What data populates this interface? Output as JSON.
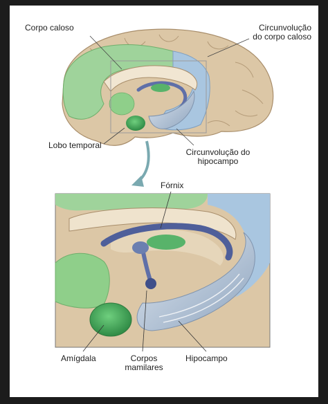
{
  "top_labels": {
    "corpo_caloso": "Corpo caloso",
    "circunvolucao_corpo_caloso_line1": "Circunvolução",
    "circunvolucao_corpo_caloso_line2": "do corpo caloso",
    "lobo_temporal": "Lobo temporal",
    "circunvolucao_hipocampo_line1": "Circunvolução do",
    "circunvolucao_hipocampo_line2": "hipocampo"
  },
  "bottom_labels": {
    "fornix": "Fórnix",
    "amigdala": "Amígdala",
    "corpos_line1": "Corpos",
    "corpos_line2": "mamilares",
    "hipocampo": "Hipocampo"
  },
  "colors": {
    "cortex": "#dcc7a6",
    "cortex_line": "#a88d6a",
    "limbic_green": "#9fd39b",
    "limbic_blue": "#a9c6e0",
    "fornix": "#5f6fa8",
    "hippocampus": "#b7c8dc",
    "amygdala": "#58b36a"
  }
}
